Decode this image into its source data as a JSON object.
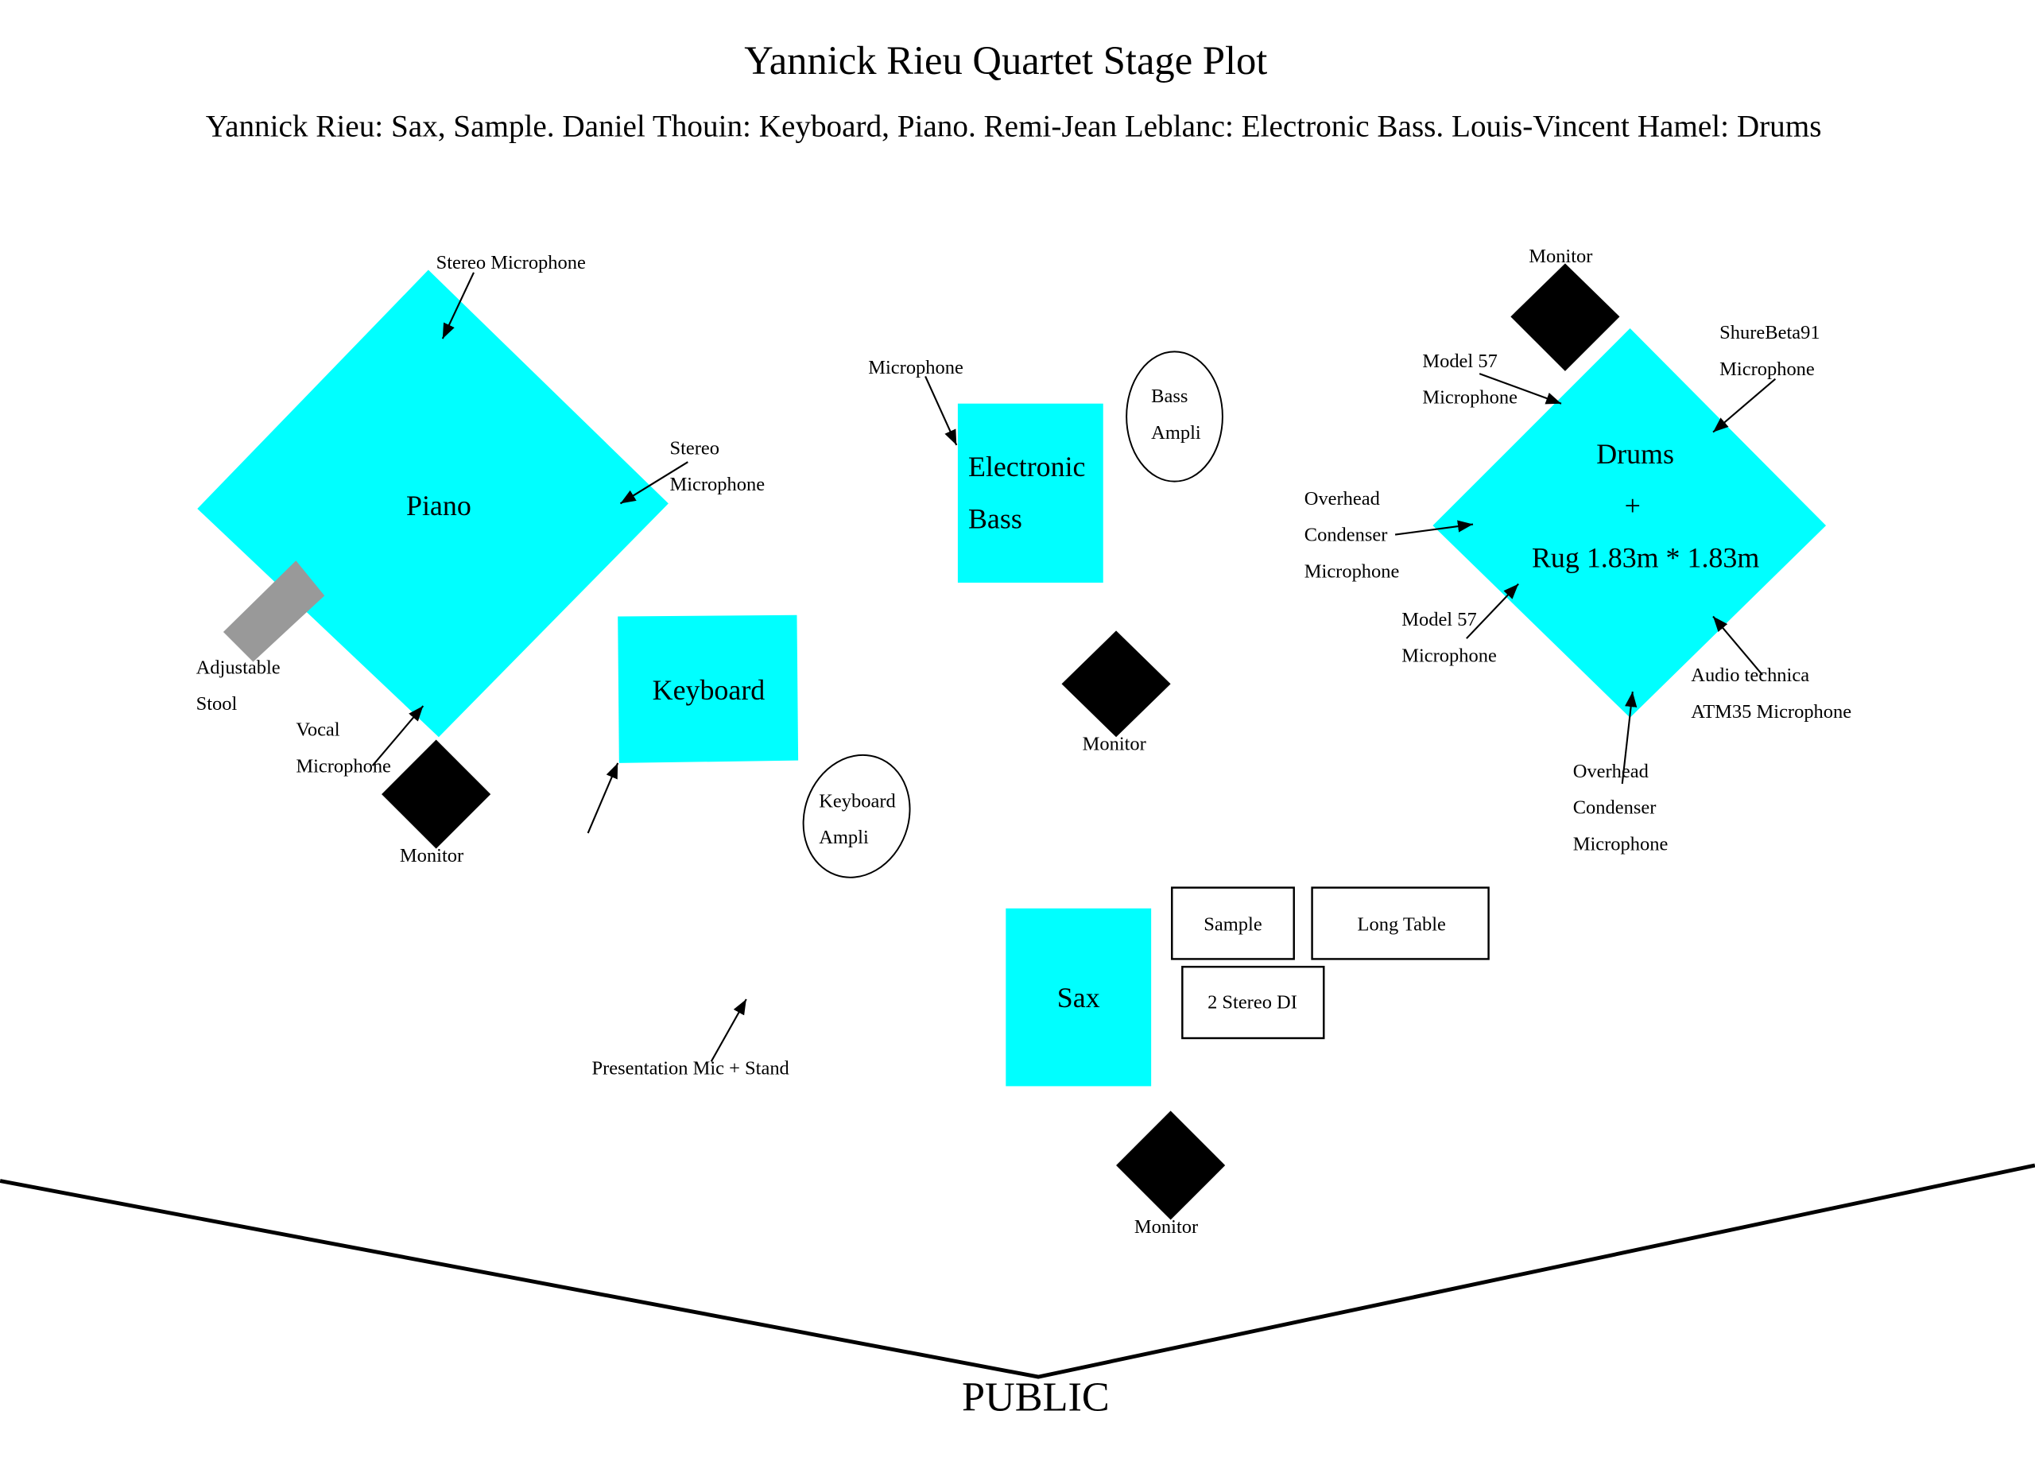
{
  "title": "Yannick Rieu Quartet Stage Plot",
  "subtitle": "Yannick Rieu: Sax, Sample. Daniel Thouin: Keyboard, Piano. Remi-Jean Leblanc: Electronic Bass. Louis-Vincent Hamel: Drums",
  "colors": {
    "instrument": "#00FFFF",
    "monitor": "#000000",
    "stool": "#999999"
  },
  "piano": {
    "label": "Piano",
    "stereo_mic_top": "Stereo Microphone",
    "stereo_mic_right": [
      "Stereo",
      "Microphone"
    ],
    "vocal_mic": [
      "Vocal",
      "Microphone"
    ],
    "stool": [
      "Adjustable",
      "Stool"
    ],
    "monitor": "Monitor"
  },
  "keyboard": {
    "label": "Keyboard",
    "ampli": [
      "Keyboard",
      "Ampli"
    ],
    "presentation_mic": "Presentation Mic + Stand"
  },
  "bass": {
    "label": [
      "Electronic",
      "Bass"
    ],
    "mic": "Microphone",
    "ampli": [
      "Bass",
      "Ampli"
    ],
    "monitor": "Monitor"
  },
  "drums": {
    "label": "Drums",
    "plus": "+",
    "rug": "Rug 1.83m * 1.83m",
    "monitor": "Monitor",
    "model57_top": [
      "Model 57",
      "Microphone"
    ],
    "shure": [
      "ShureBeta91",
      "Microphone"
    ],
    "overhead_left": [
      "Overhead",
      "Condenser",
      "Microphone"
    ],
    "model57_bottom": [
      "Model 57",
      "Microphone"
    ],
    "audio_technica": [
      "Audio technica",
      "ATM35 Microphone"
    ],
    "overhead_bottom": [
      "Overhead",
      "Condenser",
      "Microphone"
    ]
  },
  "sax": {
    "label": "Sax",
    "sample": "Sample",
    "long_table": "Long Table",
    "stereo_di": "2 Stereo DI",
    "monitor": "Monitor"
  },
  "public_label": "PUBLIC"
}
